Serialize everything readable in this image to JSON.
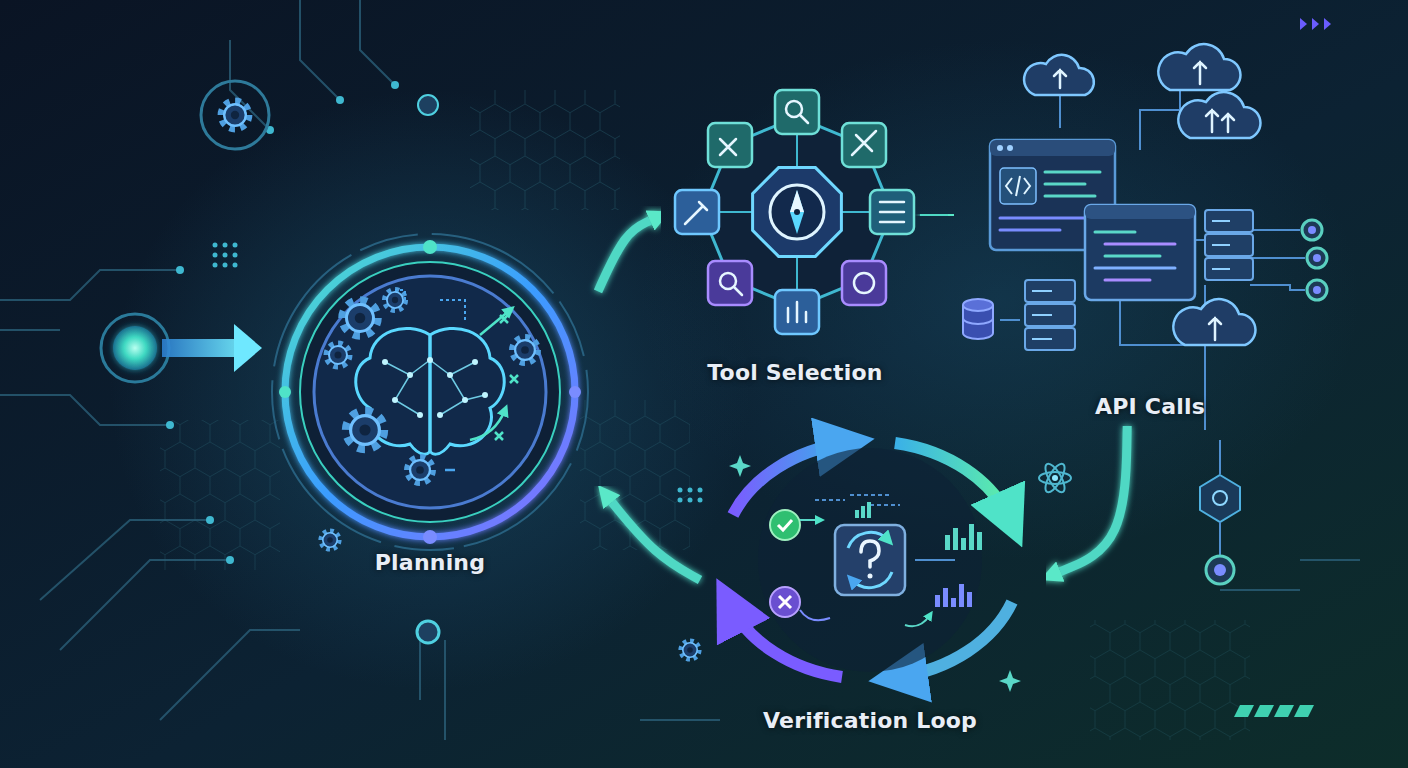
{
  "diagram": {
    "nodes": [
      {
        "text": [
          "Planning"
        ]
      },
      {
        "text": [
          "Tool Selection"
        ]
      },
      {
        "text": [
          "API Calls"
        ]
      },
      {
        "text": [
          "Verification Loop"
        ]
      }
    ],
    "edges": [
      {
        "from": 0,
        "to": 1,
        "arrow": "to"
      },
      {
        "from": 1,
        "to": 2,
        "arrow": "to"
      },
      {
        "from": 2,
        "to": 3,
        "arrow": "to"
      },
      {
        "from": 3,
        "to": 0,
        "arrow": "to"
      }
    ]
  }
}
